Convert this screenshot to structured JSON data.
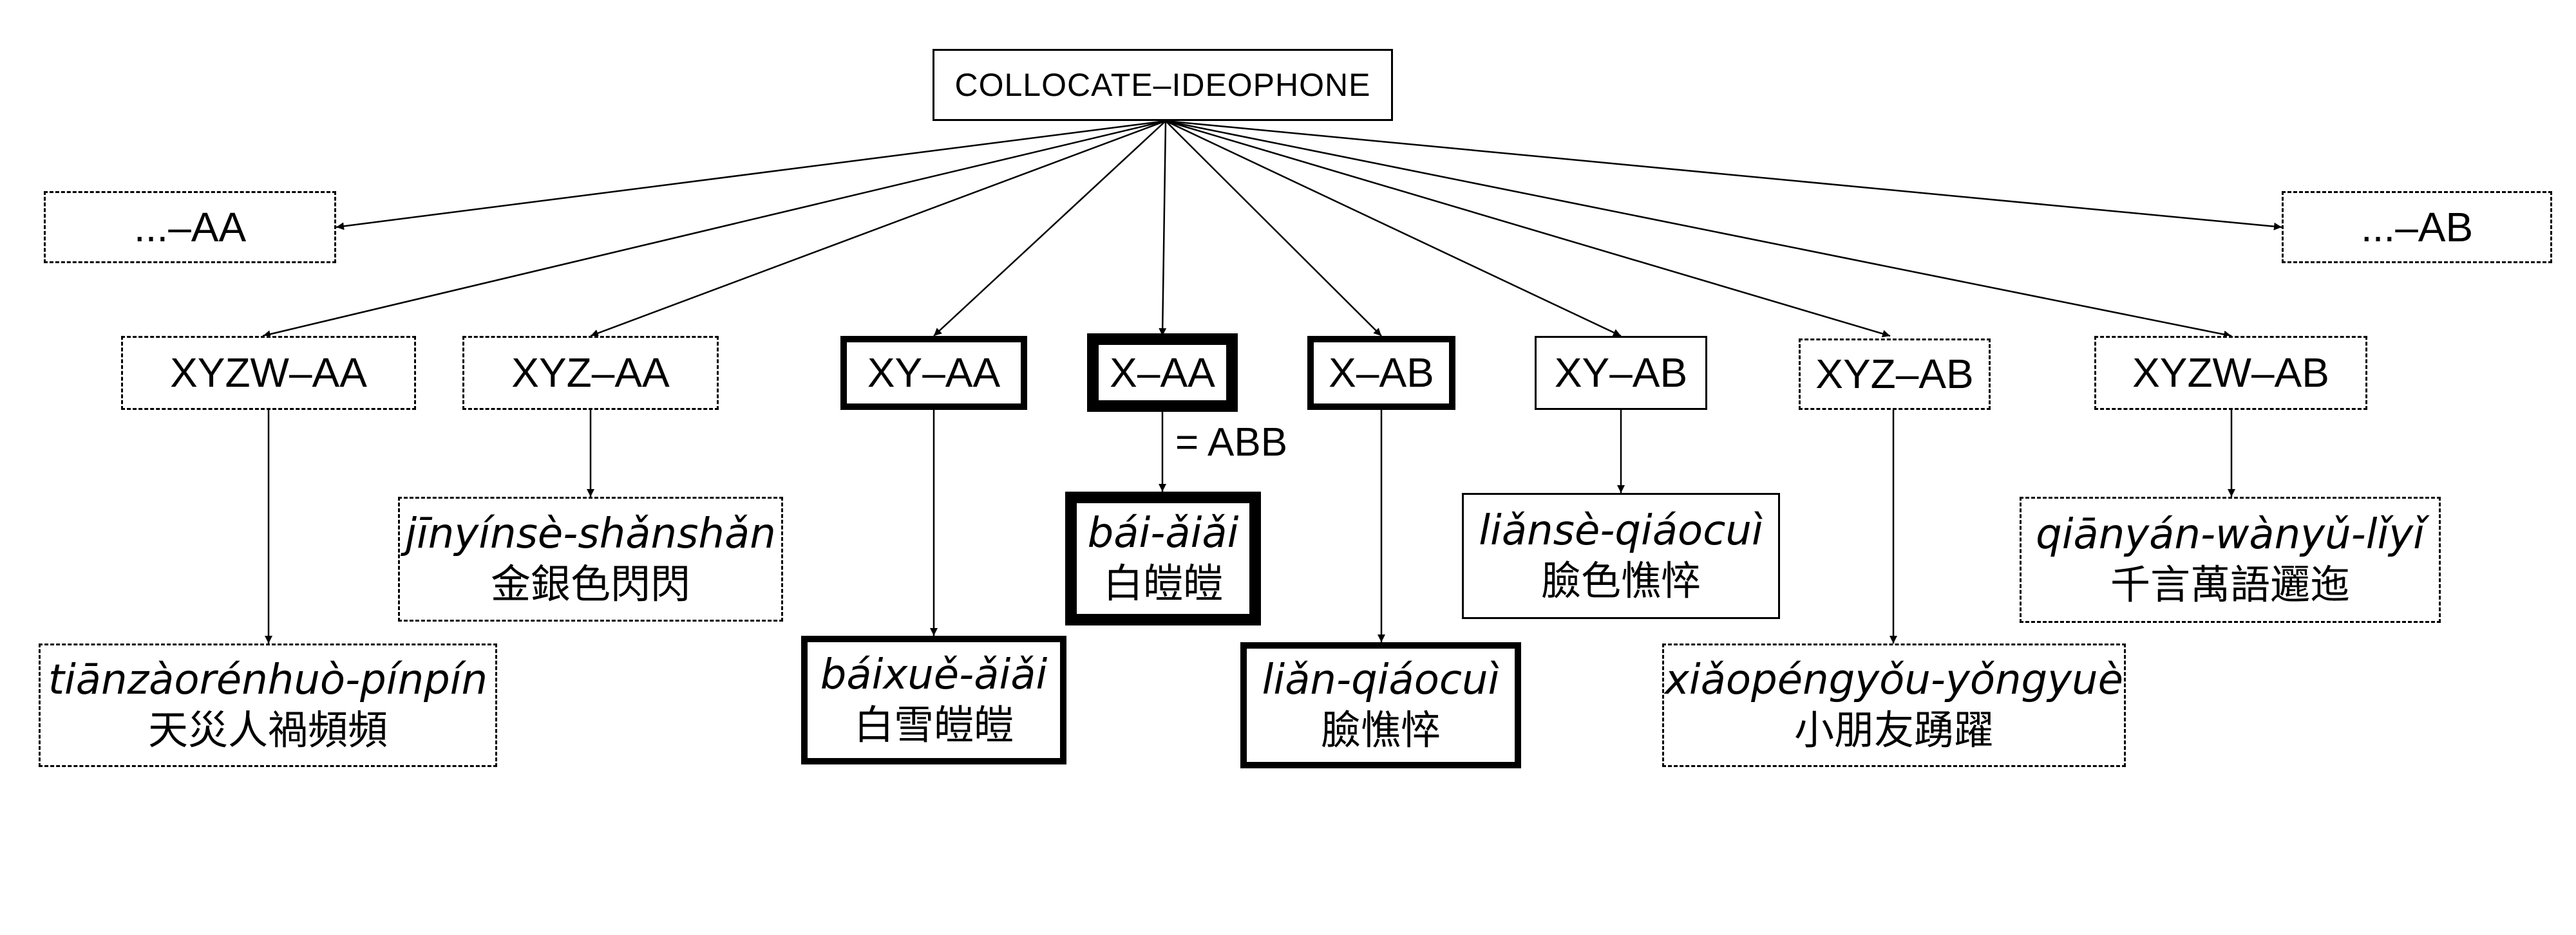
{
  "root": {
    "label": "COLLOCATE–IDEOPHONE"
  },
  "families": {
    "aa_generic": "...–AA",
    "ab_generic": "...–AB"
  },
  "patterns": {
    "xyzw_aa": "XYZW–AA",
    "xyz_aa": "XYZ–AA",
    "xy_aa": "XY–AA",
    "x_aa": "X–AA",
    "x_ab": "X–AB",
    "xy_ab": "XY–AB",
    "xyz_ab": "XYZ–AB",
    "xyzw_ab": "XYZW–AB"
  },
  "annotation": {
    "abb": "= ABB"
  },
  "examples": {
    "xyzw_aa": {
      "pinyin": "tiānzàorénhuò-pínpín",
      "hanzi": "天災人禍頻頻"
    },
    "xyz_aa": {
      "pinyin": "jīnyínsè-shǎnshǎn",
      "hanzi": "金銀色閃閃"
    },
    "xy_aa": {
      "pinyin": "báixuě-ǎiǎi",
      "hanzi": "白雪皚皚"
    },
    "x_aa": {
      "pinyin": "bái-ǎiǎi",
      "hanzi": "白皚皚"
    },
    "x_ab": {
      "pinyin": "liǎn-qiáocuì",
      "hanzi": "臉憔悴"
    },
    "xy_ab": {
      "pinyin": "liǎnsè-qiáocuì",
      "hanzi": "臉色憔悴"
    },
    "xyz_ab": {
      "pinyin": "xiǎopéngyǒu-yǒngyuè",
      "hanzi": "小朋友踴躍"
    },
    "xyzw_ab": {
      "pinyin": "qiānyán-wànyǔ-lǐyǐ",
      "hanzi": "千言萬語邐迤"
    }
  }
}
